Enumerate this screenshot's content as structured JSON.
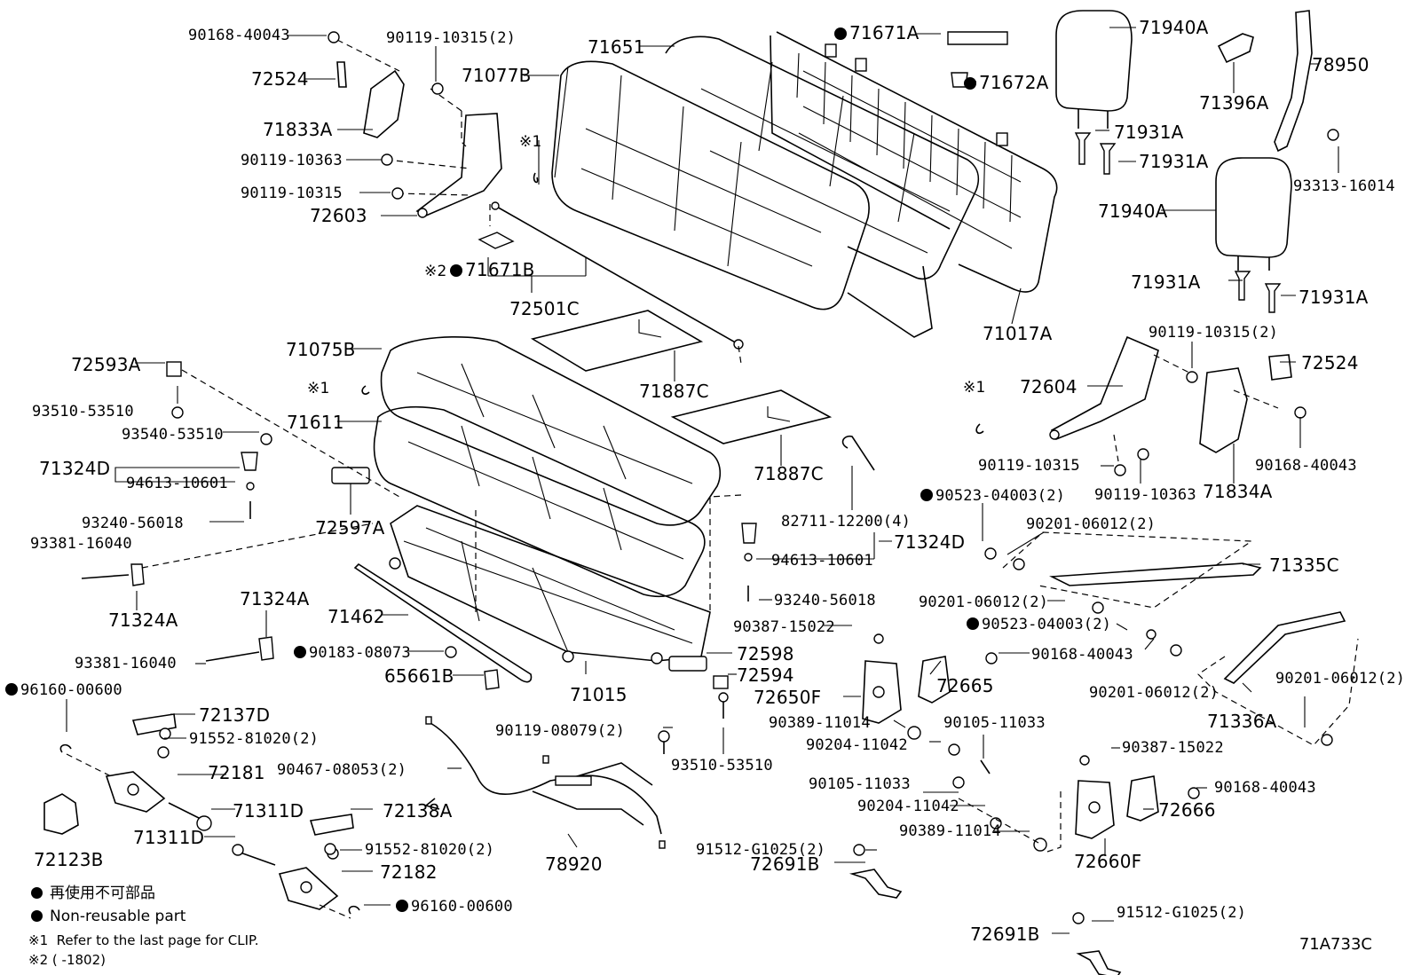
{
  "diagram": {
    "drawing_code": "71A733C",
    "legend": {
      "jp": "再使用不可部品",
      "en": "Non-reusable part",
      "note1_mark": "※1",
      "note1": "Refer to the last page for CLIP.",
      "note2_mark": "※2",
      "note2": "(      -1802)"
    },
    "labels": {
      "p90168_40043_a": "90168-40043",
      "p90119_10315_2_a": "90119-10315(2)",
      "p72524_a": "72524",
      "p71833A": "71833A",
      "p90119_10363_a": "90119-10363",
      "p90119_10315_a": "90119-10315",
      "p72603": "72603",
      "p71077B": "71077B",
      "p71651": "71651",
      "mark1_a": "※1",
      "p71671B": "71671B",
      "mark2": "※2",
      "p72501C": "72501C",
      "p71671A": "71671A",
      "p71672A": "71672A",
      "p71940A_a": "71940A",
      "p78950": "78950",
      "p71396A": "71396A",
      "p71931A_a": "71931A",
      "p71931A_b": "71931A",
      "p93313_16014": "93313-16014",
      "p71940A_b": "71940A",
      "p71931A_c": "71931A",
      "p71931A_d": "71931A",
      "p71017A": "71017A",
      "p90119_10315_2_b": "90119-10315(2)",
      "p72604": "72604",
      "p72524_b": "72524",
      "mark1_b": "※1",
      "p90168_40043_b": "90168-40043",
      "p90119_10315_b": "90119-10315",
      "p90119_10363_b": "90119-10363",
      "p71834A": "71834A",
      "p71075B": "71075B",
      "p71887C_a": "71887C",
      "mark1_c": "※1",
      "p71611": "71611",
      "p71887C_b": "71887C",
      "p72593A": "72593A",
      "p93510_53510_a": "93510-53510",
      "p93540_53510": "93540-53510",
      "p71324D_a": "71324D",
      "p94613_10601_a": "94613-10601",
      "p93240_56018_a": "93240-56018",
      "p72597A": "72597A",
      "p93381_16040_a": "93381-16040",
      "p71324A_a": "71324A",
      "p82711_12200": "82711-12200(4)",
      "p71324D_b": "71324D",
      "p94613_10601_b": "94613-10601",
      "p93240_56018_b": "93240-56018",
      "p90523_04003_a": "90523-04003(2)",
      "p90201_06012_2_a": "90201-06012(2)",
      "p71335C": "71335C",
      "p90201_06012_2_b": "90201-06012(2)",
      "p90523_04003_b": "90523-04003(2)",
      "p71462": "71462",
      "p71324A_b": "71324A",
      "p93381_16040_b": "93381-16040",
      "p90183_08073": "90183-08073",
      "p65661B": "65661B",
      "p71015": "71015",
      "p72598": "72598",
      "p72594": "72594",
      "p90387_15022_a": "90387-15022",
      "p72650F": "72650F",
      "p90168_40043_c": "90168-40043",
      "p72665": "72665",
      "p90201_06012_2_c": "90201-06012(2)",
      "p90201_06012_2_d": "90201-06012(2)",
      "p71336A": "71336A",
      "p96160_00600_a": "96160-00600",
      "p72137D": "72137D",
      "p91552_81020_a": "91552-81020(2)",
      "p72181": "72181",
      "p90467_08053": "90467-08053(2)",
      "p90119_08079": "90119-08079(2)",
      "p93510_53510_b": "93510-53510",
      "p90389_11014_a": "90389-11014",
      "p90105_11033_a": "90105-11033",
      "p90204_11042_a": "90204-11042",
      "p90387_15022_b": "90387-15022",
      "p72123B": "72123B",
      "p71311D_a": "71311D",
      "p72138A": "72138A",
      "p71311D_b": "71311D",
      "p91552_81020_b": "91552-81020(2)",
      "p72182": "72182",
      "p78920": "78920",
      "p90105_11033_b": "90105-11033",
      "p90204_11042_b": "90204-11042",
      "p90389_11014_b": "90389-11014",
      "p90168_40043_d": "90168-40043",
      "p72666": "72666",
      "p91512_G1025_a": "91512-G1025(2)",
      "p72691B_a": "72691B",
      "p72660F": "72660F",
      "p96160_00600_b": "96160-00600",
      "p91512_G1025_b": "91512-G1025(2)",
      "p72691B_b": "72691B"
    }
  }
}
